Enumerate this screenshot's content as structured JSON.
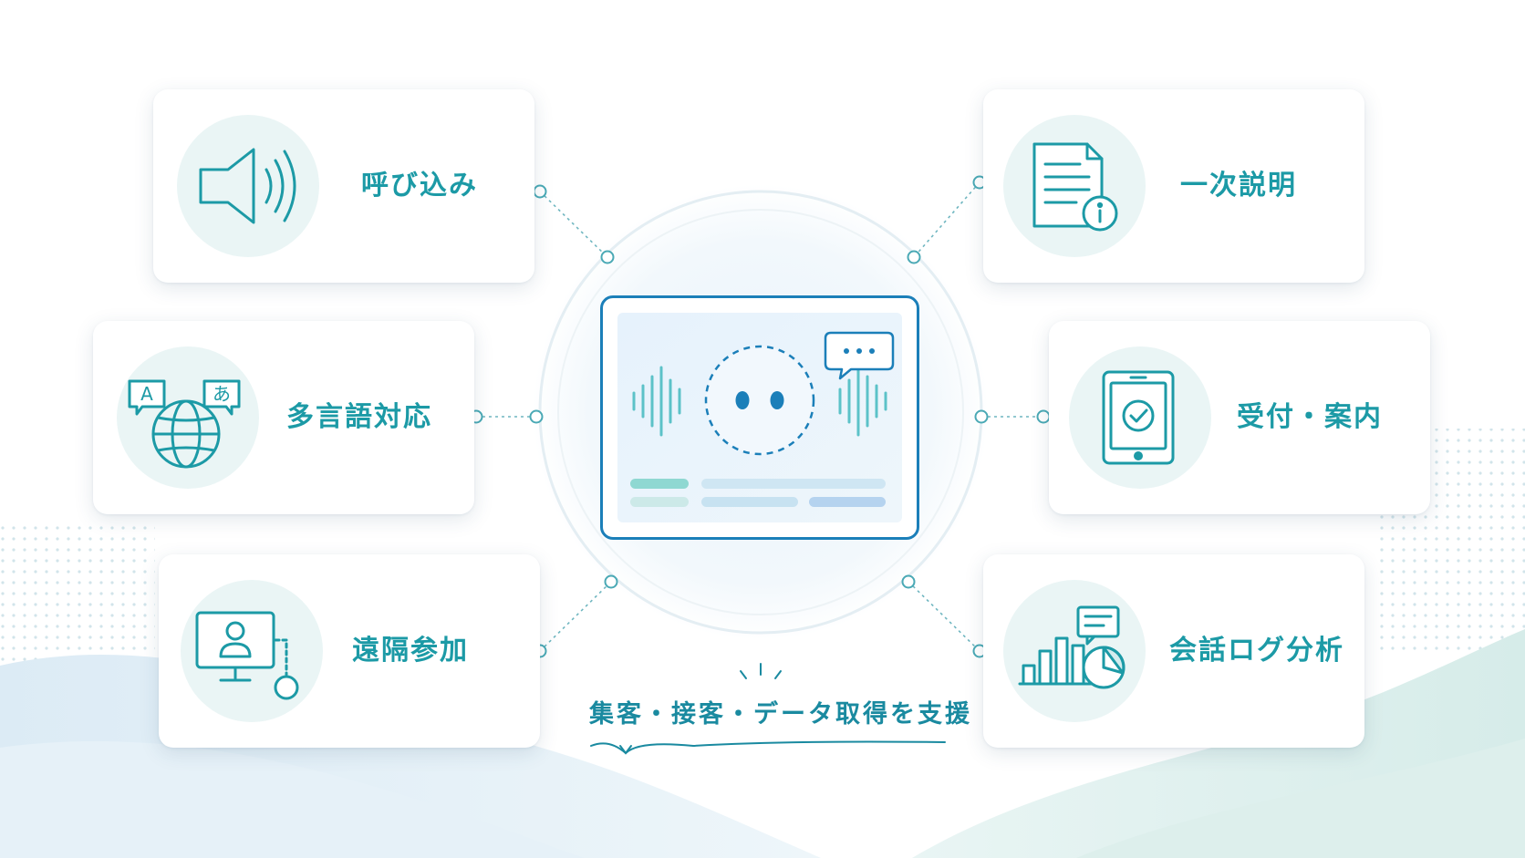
{
  "features": {
    "yobikomi": {
      "label": "呼び込み",
      "icon": "speaker-icon"
    },
    "ichiji": {
      "label": "一次説明",
      "icon": "document-info-icon"
    },
    "tagengo": {
      "label": "多言語対応",
      "icon": "globe-translate-icon",
      "badge_left": "A",
      "badge_right": "あ"
    },
    "uketsuke": {
      "label": "受付・案内",
      "icon": "tablet-check-icon"
    },
    "enkaku": {
      "label": "遠隔参加",
      "icon": "monitor-user-icon"
    },
    "kaiwa": {
      "label": "会話ログ分析",
      "icon": "chart-analytics-icon"
    }
  },
  "center": {
    "icon": "robot-face-icon",
    "chat_icon": "chat-bubble-icon"
  },
  "tagline": "集客・接客・データ取得を支援",
  "colors": {
    "teal": "#1c9aa6",
    "blue": "#1b7fb9",
    "icon_circle": "#eaf5f5",
    "line": "#6fb6c0"
  }
}
